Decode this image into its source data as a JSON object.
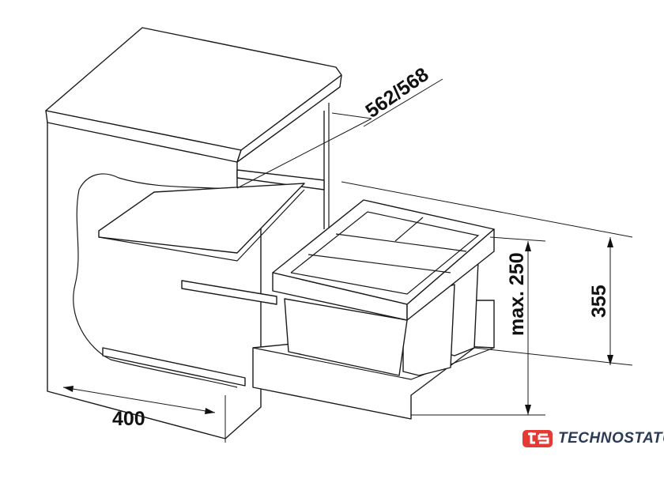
{
  "dimensions": {
    "depth": "562/568",
    "bin_height": "max. 250",
    "cabinet_height": "355",
    "width": "400"
  },
  "brand": {
    "name": "TECHNOSTATUS",
    "logo_letters": "ts",
    "logo_color": "#e53a33",
    "text_color": "#2b3a55"
  }
}
